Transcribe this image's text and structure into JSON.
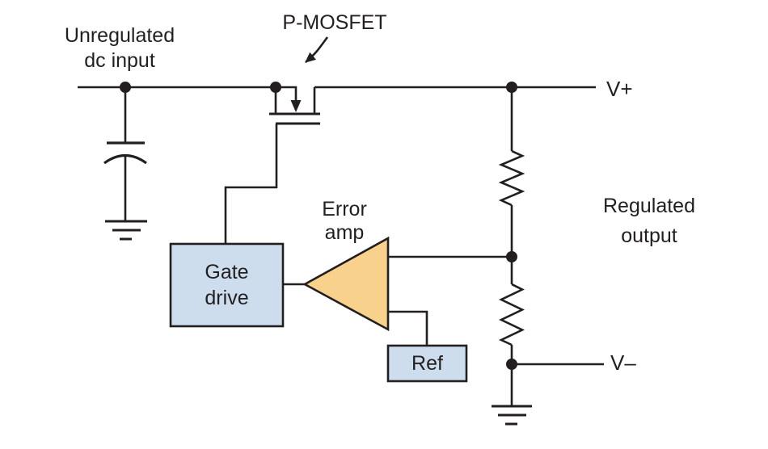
{
  "labels": {
    "input": {
      "line1": "Unregulated",
      "line2": "dc input"
    },
    "mosfet": "P-MOSFET",
    "v_plus": "V+",
    "v_minus": "V–",
    "output": {
      "line1": "Regulated",
      "line2": "output"
    },
    "error_amp": {
      "line1": "Error",
      "line2": "amp"
    },
    "gate_drive": {
      "line1": "Gate",
      "line2": "drive"
    },
    "ref": "Ref"
  },
  "colors": {
    "wire": "#231f20",
    "text": "#231f20",
    "box_fill": "#cdddee",
    "amp_fill": "#f8d18c",
    "background": "#ffffff"
  },
  "components": [
    {
      "name": "input-capacitor",
      "type": "polarized-capacitor"
    },
    {
      "name": "pass-transistor",
      "type": "p-mosfet"
    },
    {
      "name": "gate-drive-block",
      "type": "block"
    },
    {
      "name": "error-amplifier",
      "type": "op-amp-triangle"
    },
    {
      "name": "voltage-reference",
      "type": "block"
    },
    {
      "name": "feedback-resistor-top",
      "type": "resistor"
    },
    {
      "name": "feedback-resistor-bottom",
      "type": "resistor"
    },
    {
      "name": "ground-left",
      "type": "ground-symbol"
    },
    {
      "name": "ground-right",
      "type": "ground-symbol"
    }
  ]
}
